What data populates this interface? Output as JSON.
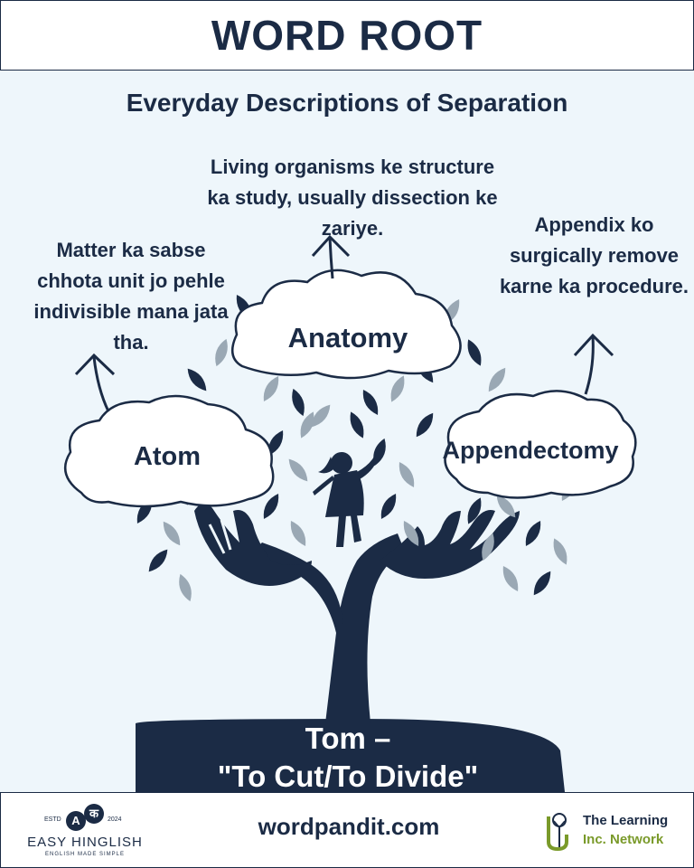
{
  "header": {
    "title": "WORD ROOT"
  },
  "subtitle": "Everyday Descriptions of Separation",
  "definitions": {
    "anatomy": "Living organisms ke structure ka study, usually dissection ke zariye.",
    "atom": "Matter ka sabse chhota unit jo pehle indivisible mana jata tha.",
    "appendectomy": "Appendix ko surgically remove karne ka procedure."
  },
  "words": {
    "anatomy": "Anatomy",
    "atom": "Atom",
    "appendectomy": "Appendectomy"
  },
  "root": {
    "line1": "Tom –",
    "line2": "\"To Cut/To Divide\""
  },
  "footer": {
    "website": "wordpandit.com",
    "left_logo": {
      "name": "EASY HINGLISH",
      "tagline": "ENGLISH MADE SIMPLE",
      "estd": "ESTD",
      "year": "2024",
      "letter_a": "A",
      "letter_ka": "क"
    },
    "right_logo": {
      "line1": "The Learning",
      "line2": "Inc. Network"
    }
  },
  "colors": {
    "navy": "#1b2b45",
    "background": "#eef6fb",
    "leaf_light": "#9aa8b4",
    "accent_green": "#7a9a2a"
  }
}
